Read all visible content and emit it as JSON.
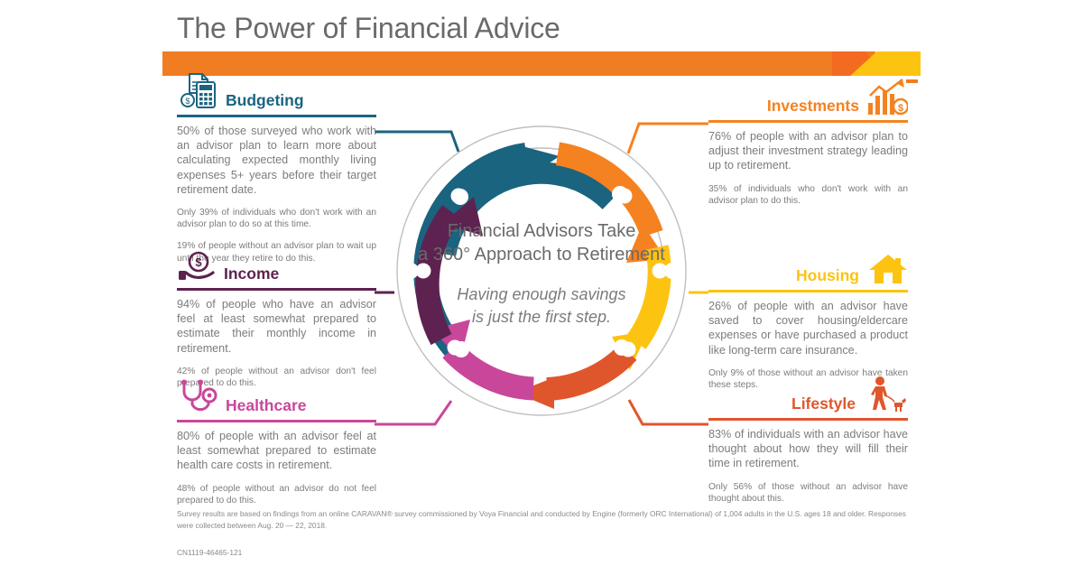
{
  "header": {
    "title": "The Power of Financial Advice",
    "band_colors": {
      "orange": "#f07d22",
      "orange_dark": "#f26b21",
      "yellow": "#fdc311"
    }
  },
  "center": {
    "line1": "Financial Advisors Take",
    "line2": "a 360° Approach to Retirement",
    "italic1": "Having enough savings",
    "italic2": "is just the first step."
  },
  "sections": [
    {
      "id": "budgeting",
      "label": "Budgeting",
      "icon": "calculator-receipt-icon",
      "color": "#1a6480",
      "lead": "50% of those surveyed who work with an advisor plan to learn more about calculating expected monthly living expenses 5+ years before their target retirement date.",
      "sub1": "Only 39% of individuals who don't work with an advisor plan to do so at this time.",
      "sub2": "19% of people without an advisor plan to wait up until the year they retire to do this."
    },
    {
      "id": "income",
      "label": "Income",
      "icon": "hand-coin-icon",
      "color": "#5e2250",
      "lead": "94% of people who have an advisor feel at least somewhat prepared to estimate their monthly income in retirement.",
      "sub1": "42% of people without an advisor don't feel prepared to do this.",
      "sub2": ""
    },
    {
      "id": "healthcare",
      "label": "Healthcare",
      "icon": "stethoscope-icon",
      "color": "#c8479b",
      "lead": "80% of people with an advisor feel at least somewhat prepared to estimate health care costs in retirement.",
      "sub1": "48% of people without an advisor do not feel prepared to do this.",
      "sub2": ""
    },
    {
      "id": "investments",
      "label": "Investments",
      "icon": "bar-chart-dollar-icon",
      "color": "#f58220",
      "lead": "76% of people with an advisor plan to adjust their investment strategy leading up to retirement.",
      "sub1": "35% of individuals who don't work with an advisor plan to do this.",
      "sub2": ""
    },
    {
      "id": "housing",
      "label": "Housing",
      "icon": "house-icon",
      "color": "#fdc311",
      "lead": "26% of people with an advisor have saved to cover housing/eldercare expenses or have purchased a product like long-term care insurance.",
      "sub1": "Only 9% of those without an advisor have taken these steps.",
      "sub2": ""
    },
    {
      "id": "lifestyle",
      "label": "Lifestyle",
      "icon": "person-walking-dog-icon",
      "color": "#e0562c",
      "lead": "83% of individuals with an advisor have thought about how they will fill their time in retirement.",
      "sub1": "Only 56% of those without an advisor have thought about this.",
      "sub2": ""
    }
  ],
  "footer": {
    "disclaimer": "Survey results are based on findings from an online CARAVAN® survey commissioned by Voya Financial and conducted by Engine (formerly ORC International) of 1,004 adults in the U.S. ages 18 and older. Responses were collected between Aug. 20 — 22, 2018.",
    "code": "CN1119-46465-121"
  }
}
